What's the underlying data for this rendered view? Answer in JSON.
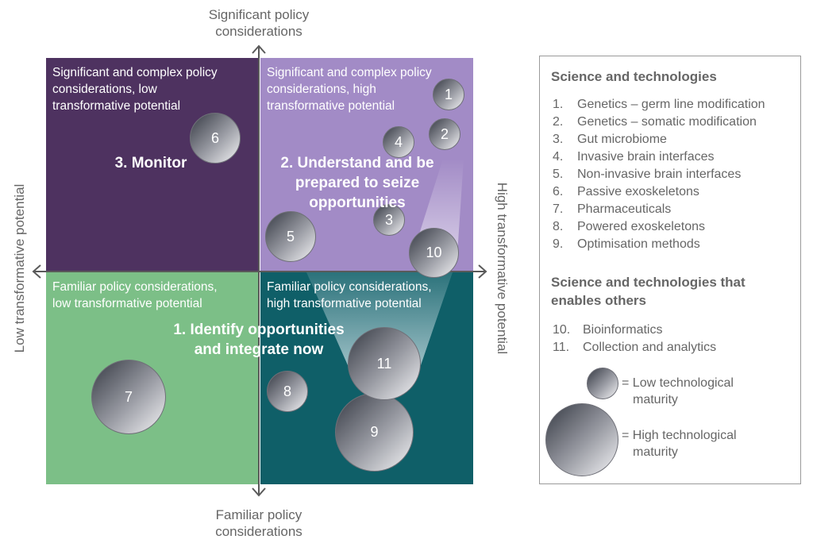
{
  "axes": {
    "top": "Significant policy considerations",
    "top_line1": "Significant policy",
    "top_line2": "considerations",
    "bottom_line1": "Familiar policy",
    "bottom_line2": "considerations",
    "left": "Low transformative potential",
    "right": "High transformative potential"
  },
  "quadrants": {
    "top_left": {
      "label_lines": [
        "Significant and complex policy",
        "considerations, low",
        "transformative potential"
      ],
      "action": "3. Monitor",
      "color": "#4e3260"
    },
    "top_right": {
      "label_lines": [
        "Significant and complex policy",
        "considerations, high",
        "transformative potential"
      ],
      "action_lines": [
        "2. Understand and be",
        "prepared to seize",
        "opportunities"
      ],
      "color": "#a28bc6"
    },
    "bottom_left": {
      "label_lines": [
        "Familiar policy considerations,",
        "low transformative potential"
      ],
      "action_lines": [
        "1. Identify opportunities",
        "and integrate now"
      ],
      "color": "#7cbf87"
    },
    "bottom_right": {
      "label_lines": [
        "Familiar policy considerations,",
        "high transformative potential"
      ],
      "color": "#0f5f68"
    }
  },
  "bubbles": [
    {
      "id": "1",
      "quadrant": "top_right",
      "maturity": "low"
    },
    {
      "id": "2",
      "quadrant": "top_right",
      "maturity": "low"
    },
    {
      "id": "3",
      "quadrant": "top_right",
      "maturity": "low"
    },
    {
      "id": "4",
      "quadrant": "top_right",
      "maturity": "low"
    },
    {
      "id": "5",
      "quadrant": "top_right",
      "maturity": "medium"
    },
    {
      "id": "6",
      "quadrant": "top_left",
      "maturity": "medium"
    },
    {
      "id": "7",
      "quadrant": "bottom_left",
      "maturity": "high"
    },
    {
      "id": "8",
      "quadrant": "bottom_right",
      "maturity": "low"
    },
    {
      "id": "9",
      "quadrant": "bottom_right",
      "maturity": "high"
    },
    {
      "id": "10",
      "quadrant": "top_right",
      "maturity": "medium"
    },
    {
      "id": "11",
      "quadrant": "bottom_right",
      "maturity": "high"
    }
  ],
  "legend": {
    "heading1": "Science and technologies",
    "items1": [
      {
        "num": "1.",
        "label": "Genetics – germ line modification"
      },
      {
        "num": "2.",
        "label": "Genetics – somatic modification"
      },
      {
        "num": "3.",
        "label": "Gut microbiome"
      },
      {
        "num": "4.",
        "label": "Invasive brain interfaces"
      },
      {
        "num": "5.",
        "label": "Non-invasive brain interfaces"
      },
      {
        "num": "6.",
        "label": "Passive exoskeletons"
      },
      {
        "num": "7.",
        "label": "Pharmaceuticals"
      },
      {
        "num": "8.",
        "label": "Powered exoskeletons"
      },
      {
        "num": "9.",
        "label": "Optimisation methods"
      }
    ],
    "heading2_line1": "Science and technologies that",
    "heading2_line2": "enables others",
    "items2": [
      {
        "num": "10.",
        "label": "Bioinformatics"
      },
      {
        "num": "11.",
        "label": "Collection and analytics"
      }
    ],
    "size_low_line1": "= Low technological",
    "size_low_line2": "maturity",
    "size_high_line1": "= High technological",
    "size_high_line2": "maturity"
  }
}
